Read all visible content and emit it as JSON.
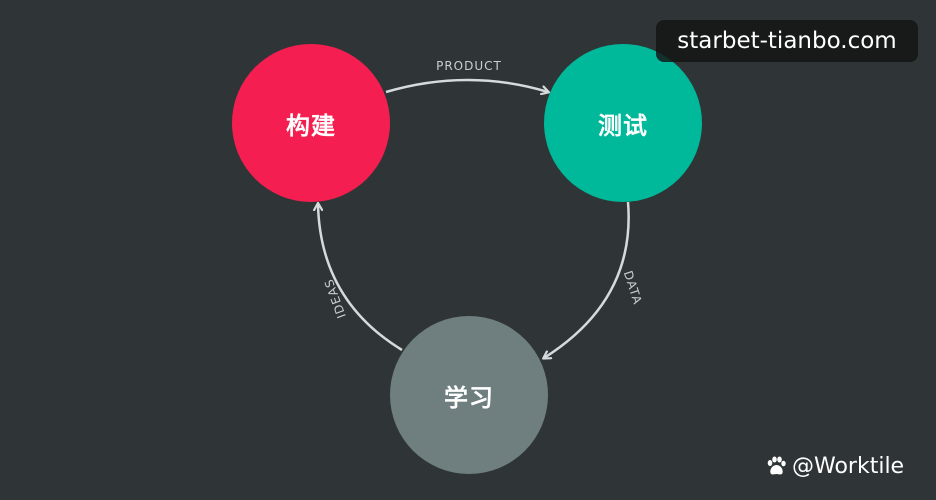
{
  "diagram": {
    "nodes": {
      "build": "构建",
      "test": "测试",
      "learn": "学习"
    },
    "edges": {
      "build_to_test": "PRODUCT",
      "test_to_learn": "DATA",
      "learn_to_build": "IDEAS"
    },
    "colors": {
      "background": "#2f3536",
      "build": "#f51e50",
      "test": "#00b89a",
      "learn": "#6f7f80",
      "arrow": "#d6dada"
    }
  },
  "watermarks": {
    "top": "starbet-tianbo.com",
    "bottom": "@Worktile",
    "bottom_icon": "paw-icon"
  }
}
